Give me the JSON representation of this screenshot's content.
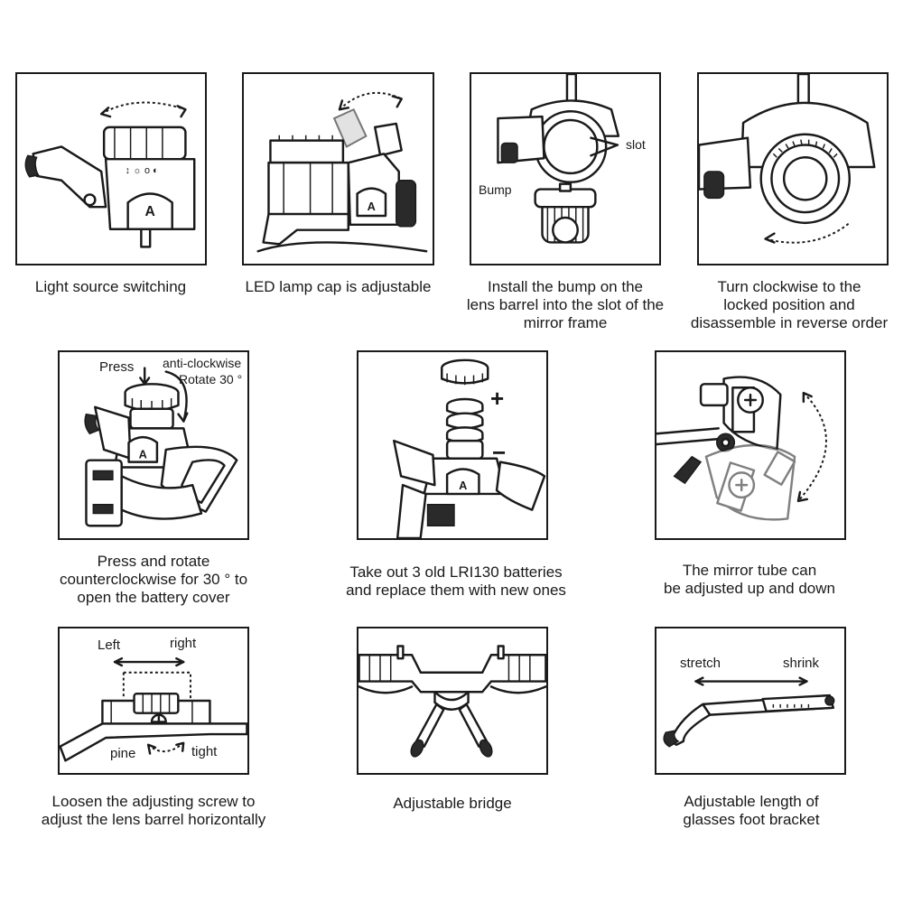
{
  "panels": [
    {
      "caption": [
        "Light source switching"
      ]
    },
    {
      "caption": [
        "LED lamp cap is adjustable"
      ]
    },
    {
      "caption": [
        "Install the bump on the",
        "lens barrel into the slot of the",
        "mirror frame"
      ],
      "labels": {
        "slot": "slot",
        "bump": "Bump"
      }
    },
    {
      "caption": [
        "Turn clockwise to the",
        "locked position and",
        "disassemble in reverse order"
      ]
    },
    {
      "caption": [
        "Press and rotate",
        "counterclockwise for 30 ° to",
        "open the battery cover"
      ],
      "labels": {
        "press": "Press",
        "direction": "anti-clockwise",
        "rotate": "Rotate 30 °"
      }
    },
    {
      "caption": [
        "Take out 3 old LRI130 batteries",
        "and replace them with new ones"
      ],
      "labels": {
        "plus": "+",
        "minus": "−"
      }
    },
    {
      "caption": [
        "The mirror tube can",
        "be adjusted up and down"
      ]
    },
    {
      "caption": [
        "Loosen the adjusting screw to",
        "adjust the lens barrel horizontally"
      ],
      "labels": {
        "left": "Left",
        "right": "right",
        "pine": "pine",
        "tight": "tight"
      }
    },
    {
      "caption": [
        "Adjustable bridge"
      ]
    },
    {
      "caption": [
        "Adjustable length of",
        "glasses foot bracket"
      ],
      "labels": {
        "stretch": "stretch",
        "shrink": "shrink"
      }
    }
  ]
}
